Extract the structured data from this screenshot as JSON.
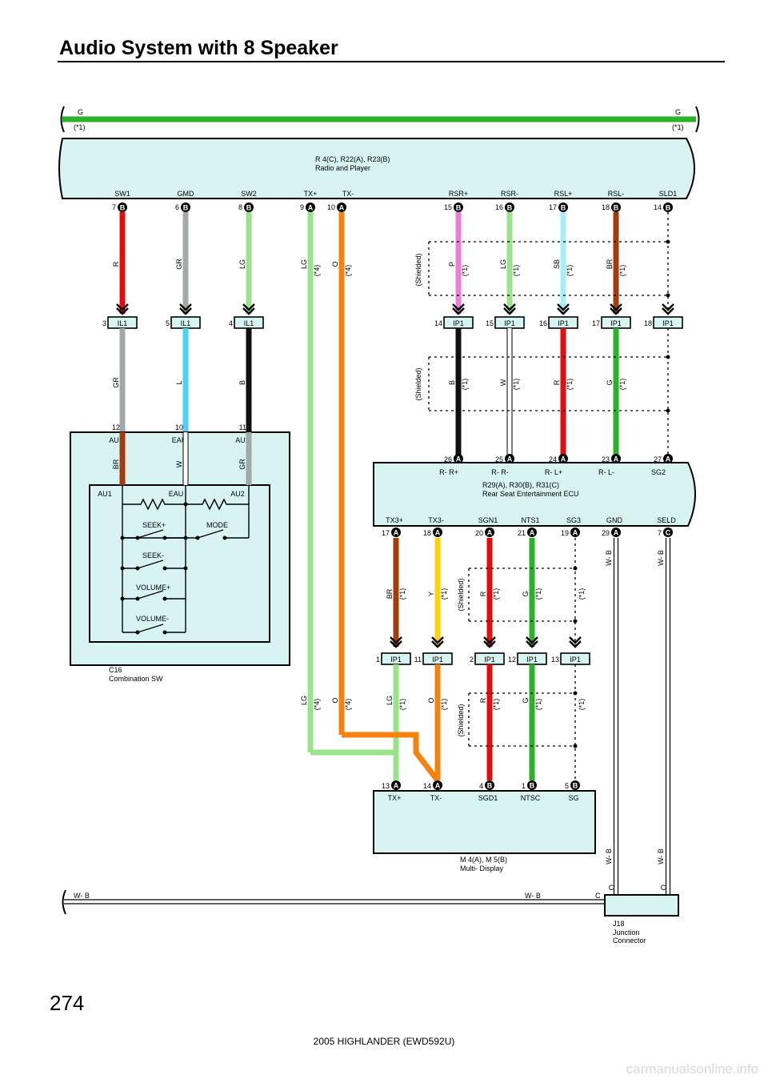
{
  "title": "Audio System with 8 Speaker",
  "page_number": "274",
  "footer": "2005 HIGHLANDER (EWD592U)",
  "watermark": "carmanualsonline.info",
  "colors": {
    "module_fill": "#d8f4f2",
    "R": "#e20d0d",
    "GR": "#a2a9a9",
    "LG": "#9be38a",
    "O": "#f5820f",
    "P": "#f37bd8",
    "SB": "#a6eefa",
    "BR": "#a23c0c",
    "L": "#4ed0f2",
    "B": "#111111",
    "W": "#ffffff",
    "G": "#2bb12a",
    "Y": "#fdd10b"
  },
  "top_wire": {
    "left": "G",
    "left_note": "(*1)",
    "right": "G",
    "right_note": "(*1)"
  },
  "radio": {
    "name": "R 4(C), R22(A), R23(B)",
    "desc": "Radio and Player",
    "pins": [
      {
        "label": "SW1",
        "num": "7",
        "conn": "B"
      },
      {
        "label": "GMD",
        "num": "6",
        "conn": "B"
      },
      {
        "label": "SW2",
        "num": "8",
        "conn": "B"
      },
      {
        "label": "TX+",
        "num": "9",
        "conn": "A"
      },
      {
        "label": "TX-",
        "num": "10",
        "conn": "A"
      },
      {
        "label": "RSR+",
        "num": "15",
        "conn": "B"
      },
      {
        "label": "RSR-",
        "num": "16",
        "conn": "B"
      },
      {
        "label": "RSL+",
        "num": "17",
        "conn": "B"
      },
      {
        "label": "RSL-",
        "num": "18",
        "conn": "B"
      },
      {
        "label": "SLD1",
        "num": "14",
        "conn": "B"
      }
    ]
  },
  "wire_labels_upper": [
    {
      "text": "R"
    },
    {
      "text": "GR"
    },
    {
      "text": "LG"
    },
    {
      "text": "LG",
      "note": "(*4)"
    },
    {
      "text": "O",
      "note": "(*4)"
    },
    {
      "text": "P",
      "note": "(*1)"
    },
    {
      "text": "LG",
      "note": "(*1)"
    },
    {
      "text": "SB",
      "note": "(*1)"
    },
    {
      "text": "BR",
      "note": "(*1)"
    }
  ],
  "shielded": "(Shielded)",
  "il1_junctions": [
    {
      "num": "3",
      "conn": "IL1"
    },
    {
      "num": "5",
      "conn": "IL1"
    },
    {
      "num": "4",
      "conn": "IL1"
    }
  ],
  "ip1_upper": [
    {
      "num": "14",
      "conn": "IP1"
    },
    {
      "num": "15",
      "conn": "IP1"
    },
    {
      "num": "16",
      "conn": "IP1"
    },
    {
      "num": "17",
      "conn": "IP1"
    },
    {
      "num": "18",
      "conn": "IP1"
    }
  ],
  "wire_labels_mid": [
    {
      "text": "GR"
    },
    {
      "text": "L"
    },
    {
      "text": "B"
    },
    {
      "text": "B",
      "note": "(*1)"
    },
    {
      "text": "W",
      "note": "(*1)"
    },
    {
      "text": "R",
      "note": "(*1)"
    },
    {
      "text": "G",
      "note": "(*1)"
    }
  ],
  "combo_sw": {
    "name": "C16",
    "desc": "Combination SW",
    "pin_nums": [
      "12",
      "10",
      "11"
    ],
    "outer_pins": [
      "AU1",
      "EAU",
      "AU2"
    ],
    "wire_labels": [
      "BR",
      "W",
      "GR"
    ],
    "inner_pins": [
      "AU1",
      "EAU",
      "AU2"
    ],
    "switches": [
      "SEEK+",
      "MODE",
      "SEEK-",
      "VOLUME+",
      "VOLUME-"
    ]
  },
  "ecu": {
    "name": "R29(A), R30(B), R31(C)",
    "desc": "Rear Seat Entertainment ECU",
    "top_pins": [
      {
        "num": "26",
        "conn": "A",
        "label": "R- R+"
      },
      {
        "num": "25",
        "conn": "A",
        "label": "R- R-"
      },
      {
        "num": "24",
        "conn": "A",
        "label": "R- L+"
      },
      {
        "num": "23",
        "conn": "A",
        "label": "R- L-"
      },
      {
        "num": "27",
        "conn": "A",
        "label": "SG2"
      }
    ],
    "bottom_pins": [
      {
        "label": "TX3+",
        "num": "17",
        "conn": "A"
      },
      {
        "label": "TX3-",
        "num": "18",
        "conn": "A"
      },
      {
        "label": "SGN1",
        "num": "20",
        "conn": "A"
      },
      {
        "label": "NTS1",
        "num": "21",
        "conn": "A"
      },
      {
        "label": "SG3",
        "num": "19",
        "conn": "A"
      },
      {
        "label": "GND",
        "num": "29",
        "conn": "A"
      },
      {
        "label": "SELD",
        "num": "7",
        "conn": "C"
      }
    ]
  },
  "wire_labels_lower": [
    {
      "text": "BR",
      "note": "(*1)"
    },
    {
      "text": "Y",
      "note": "(*1)"
    },
    {
      "text": "R",
      "note": "(*1)"
    },
    {
      "text": "G",
      "note": "(*1)"
    },
    {
      "text": "",
      "note": "(*1)"
    },
    {
      "text": "W- B"
    },
    {
      "text": "W- B"
    }
  ],
  "ip1_lower": [
    {
      "num": "1",
      "conn": "IP1"
    },
    {
      "num": "11",
      "conn": "IP1"
    },
    {
      "num": "2",
      "conn": "IP1"
    },
    {
      "num": "12",
      "conn": "IP1"
    },
    {
      "num": "13",
      "conn": "IP1"
    }
  ],
  "wire_labels_bottom": [
    {
      "text": "LG",
      "note": "(*4)"
    },
    {
      "text": "O",
      "note": "(*4)"
    },
    {
      "text": "LG",
      "note": "(*1)"
    },
    {
      "text": "O",
      "note": "(*1)"
    },
    {
      "text": "R",
      "note": "(*1)"
    },
    {
      "text": "G",
      "note": "(*1)"
    },
    {
      "text": "",
      "note": "(*1)"
    }
  ],
  "display": {
    "name": "M 4(A), M 5(B)",
    "desc": "Multi- Display",
    "pins": [
      {
        "num": "13",
        "conn": "A",
        "label": "TX+"
      },
      {
        "num": "14",
        "conn": "A",
        "label": "TX-"
      },
      {
        "num": "4",
        "conn": "B",
        "label": "SGD1"
      },
      {
        "num": "1",
        "conn": "B",
        "label": "NTSC"
      },
      {
        "num": "5",
        "conn": "B",
        "label": "SG"
      }
    ]
  },
  "ground_wire": {
    "left": "W- B",
    "mid": "W- B",
    "pin": "C"
  },
  "junction": {
    "pins": [
      "C",
      "C"
    ],
    "wire_labels": [
      "W- B",
      "W- B"
    ],
    "name": "J18",
    "desc": [
      "Junction",
      "Connector"
    ]
  }
}
